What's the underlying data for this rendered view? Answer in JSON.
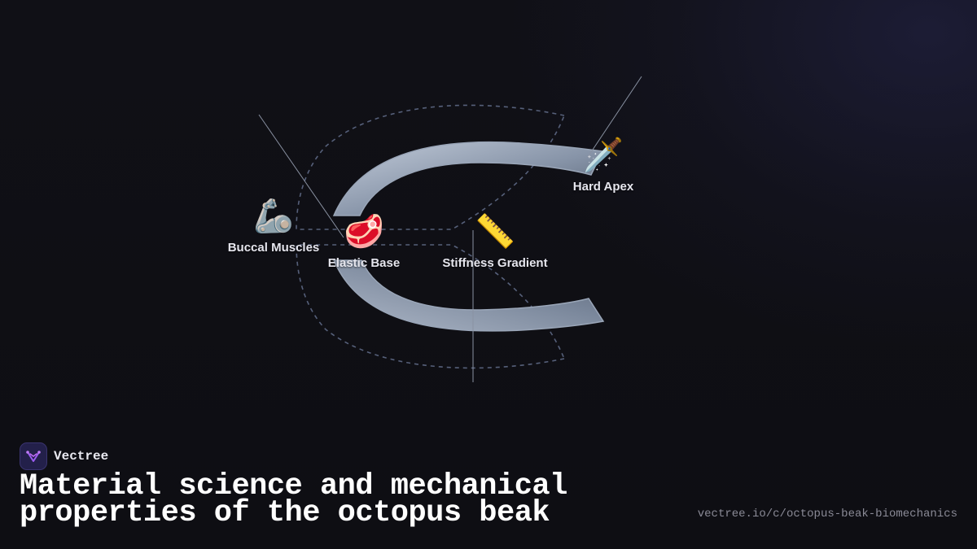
{
  "diagram": {
    "nodes": [
      {
        "id": "buccal",
        "icon": "flexed-biceps-icon",
        "emoji": "🦾",
        "label": "Buccal Muscles"
      },
      {
        "id": "elastic",
        "icon": "meat-on-bone-icon",
        "emoji": "🥩",
        "label": "Elastic Base"
      },
      {
        "id": "stiffness",
        "icon": "ruler-icon",
        "emoji": "📏",
        "label": "Stiffness Gradient"
      },
      {
        "id": "apex",
        "icon": "dagger-icon",
        "emoji": "🗡️",
        "label": "Hard Apex"
      }
    ],
    "colors": {
      "beak_light": "#b6c0d0",
      "beak_dark": "#3d4656",
      "dashed_outline": "#56607a",
      "leader_line": "#9098a8"
    }
  },
  "brand": {
    "name": "Vectree",
    "logo_icon": "vectree-logo-icon"
  },
  "title": "Material science and mechanical properties of the octopus beak",
  "url": "vectree.io/c/octopus-beak-biomechanics"
}
